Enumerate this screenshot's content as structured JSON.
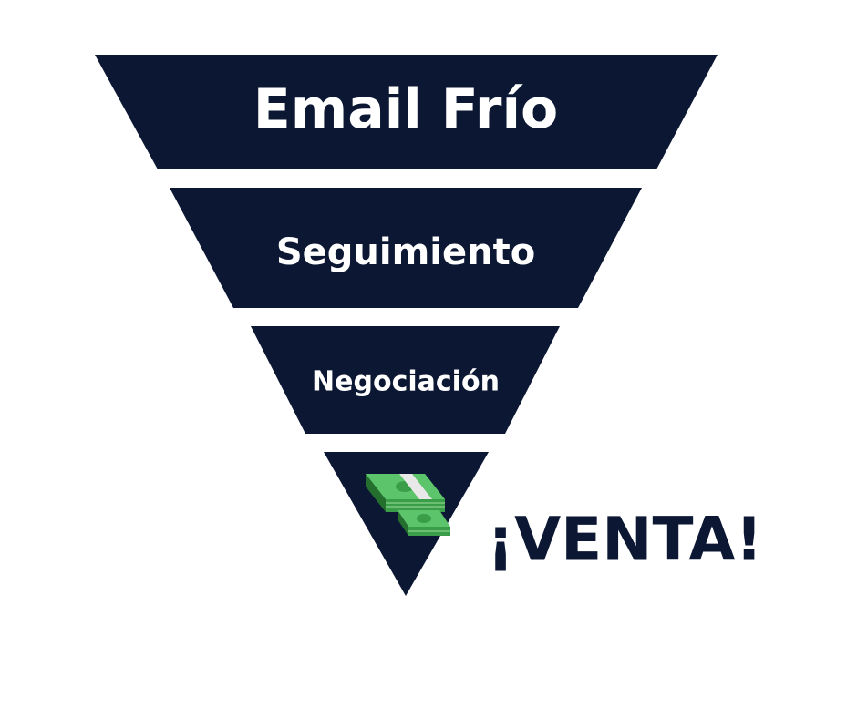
{
  "funnel": {
    "stages": [
      {
        "label": "Email Frío"
      },
      {
        "label": "Seguimiento"
      },
      {
        "label": "Negociación"
      }
    ],
    "result_label": "¡VENTA!",
    "money_icon": "cash-stack-icon",
    "colors": {
      "stage_fill": "#0b1733",
      "stage_text": "#ffffff",
      "result_text": "#0b1733",
      "money_green": "#4caf50"
    }
  }
}
